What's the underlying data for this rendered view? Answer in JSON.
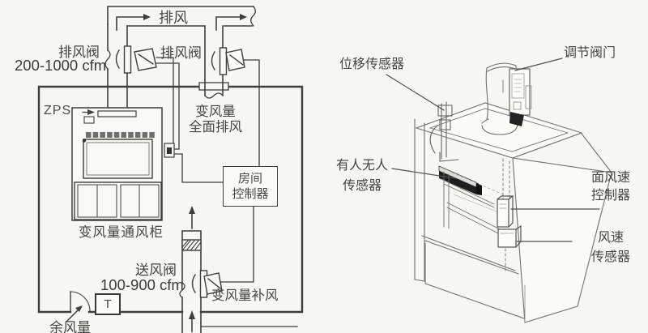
{
  "canvas": {
    "background": "#f7f7f4",
    "schematic_ink": "#3e3e3e",
    "drawing_ink": "#707070",
    "dark_fill": "#222222"
  },
  "schematic": {
    "exhaust_main": {
      "label": "排风"
    },
    "exhaust_valve_hood": {
      "label": "排风阀",
      "range": "200-1000 cfm"
    },
    "exhaust_valve_general": {
      "label": "排风阀"
    },
    "general_exhaust": {
      "line1": "变风量",
      "line2": "全面排风"
    },
    "zps": {
      "label": "ZPS"
    },
    "room_controller": {
      "line1": "房间",
      "line2": "控制器"
    },
    "fume_hood": {
      "label": "变风量通风柜"
    },
    "supply_valve": {
      "label": "送风阀",
      "range": "100-900 cfm"
    },
    "makeup_air": {
      "label": "变风量补风"
    },
    "thermostat": {
      "label": "T"
    },
    "residual_air": {
      "label": "余风量"
    }
  },
  "hood_view": {
    "displacement_sensor": {
      "label": "位移传感器"
    },
    "control_valve": {
      "label": "调节阀门"
    },
    "occupancy_sensor": {
      "line1": "有人无人",
      "line2": "传感器"
    },
    "face_velocity_controller": {
      "line1": "面风速",
      "line2": "控制器"
    },
    "velocity_sensor": {
      "line1": "风速",
      "line2": "传感器"
    }
  }
}
